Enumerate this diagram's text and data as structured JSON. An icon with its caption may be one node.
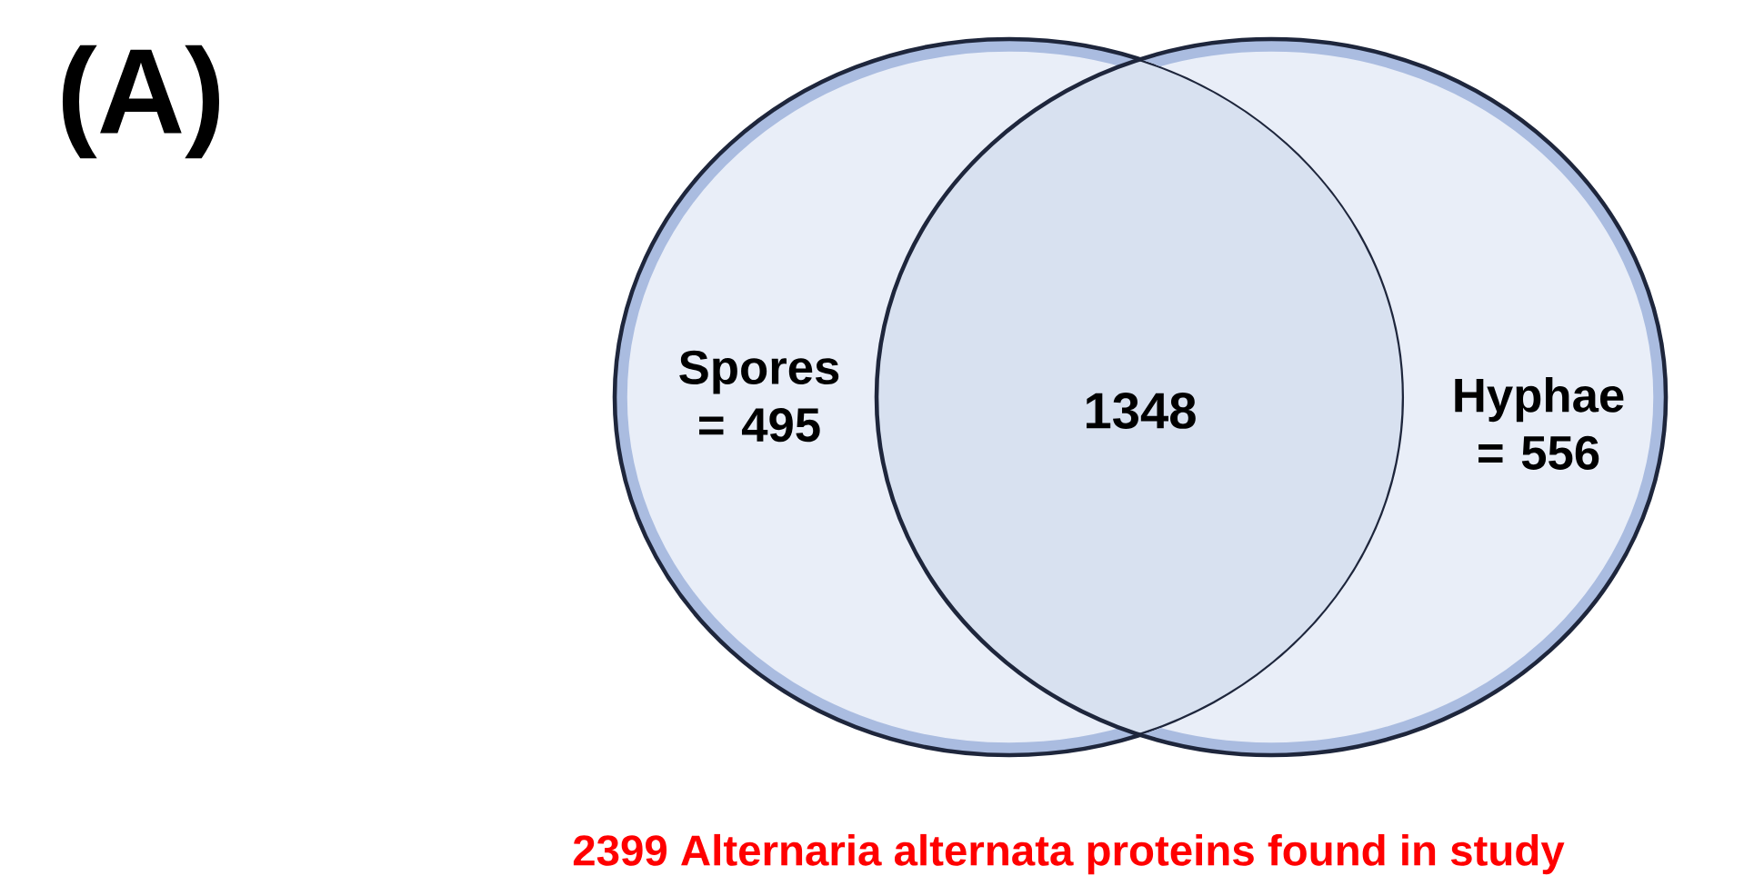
{
  "diagram": {
    "caption": "2399 Alternaria alternata proteins found in study",
    "nodes": [
      {
        "text": [
          "Spores = 495"
        ]
      },
      {
        "text": [
          "Hyphae = 556"
        ]
      }
    ],
    "labels": [
      "(A)",
      "1348"
    ]
  }
}
